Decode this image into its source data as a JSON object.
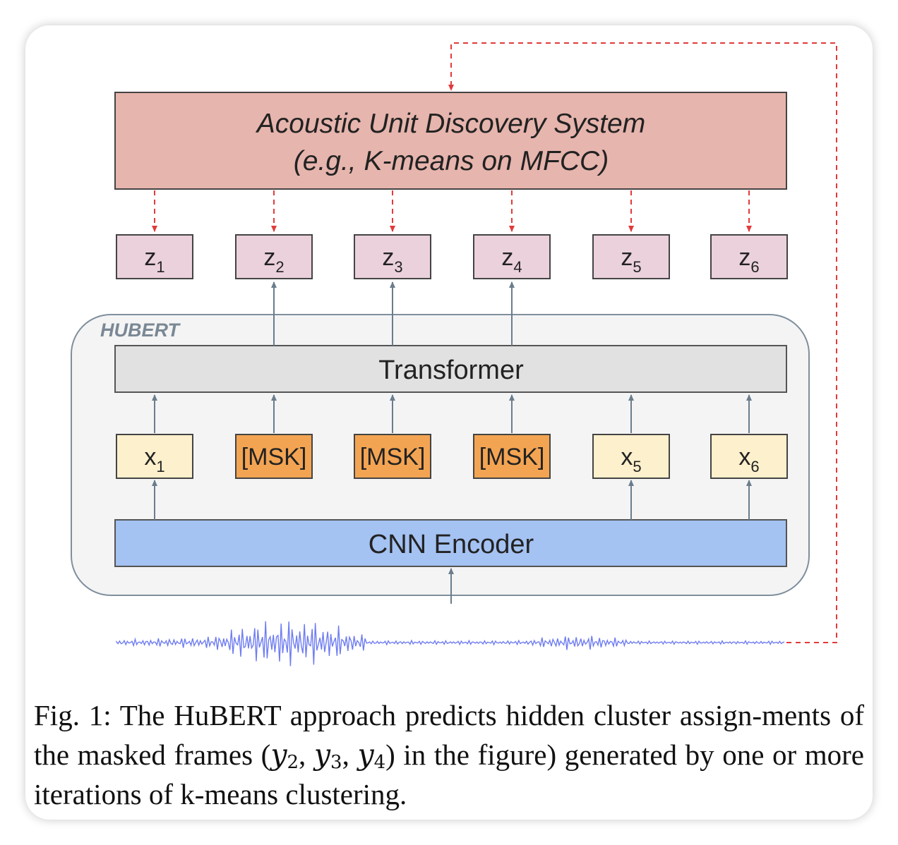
{
  "diagram": {
    "system_title": "Acoustic Unit Discovery System",
    "system_subtitle": "(e.g., K-means on MFCC)",
    "hubert_label": "HUBERT",
    "transformer_label": "Transformer",
    "encoder_label": "CNN Encoder",
    "targets": [
      {
        "base": "z",
        "sub": "1"
      },
      {
        "base": "z",
        "sub": "2"
      },
      {
        "base": "z",
        "sub": "3"
      },
      {
        "base": "z",
        "sub": "4"
      },
      {
        "base": "z",
        "sub": "5"
      },
      {
        "base": "z",
        "sub": "6"
      }
    ],
    "inputs": [
      {
        "base": "x",
        "sub": "1",
        "masked": false
      },
      {
        "base": "[MSK]",
        "sub": "",
        "masked": true
      },
      {
        "base": "[MSK]",
        "sub": "",
        "masked": true
      },
      {
        "base": "[MSK]",
        "sub": "",
        "masked": true
      },
      {
        "base": "x",
        "sub": "5",
        "masked": false
      },
      {
        "base": "x",
        "sub": "6",
        "masked": false
      }
    ],
    "colors": {
      "system_fill": "#e6b5ad",
      "target_fill": "#ebd1dc",
      "input_fill": "#fdf0cc",
      "mask_fill": "#f3a453",
      "encoder_fill": "#a4c2f2",
      "transformer_fill": "#e1e1e1",
      "hubert_fill": "#f4f4f5",
      "dashed_arrow": "#e23a3a",
      "solid_arrow": "#6a7d8c",
      "waveform": "#5f6ff0"
    }
  },
  "caption": {
    "lead": "Fig. 1: The HuBERT approach predicts hidden cluster assign-ments of the masked frames (",
    "var1": "y",
    "sub1": "2",
    "sep1": ", ",
    "var2": "y",
    "sub2": "3",
    "sep2": ", ",
    "var3": "y",
    "sub3": "4",
    "tail": " in the figure) generated by one or more iterations of k-means clustering."
  }
}
